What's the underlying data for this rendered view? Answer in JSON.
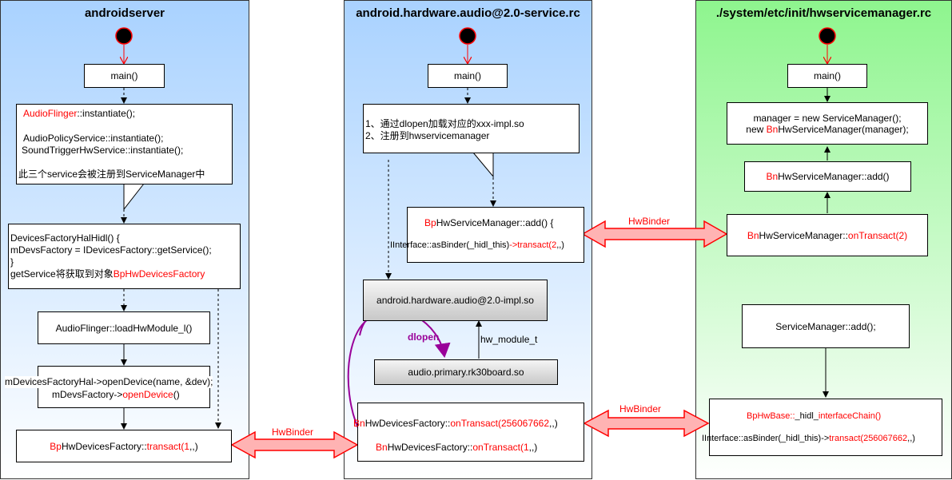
{
  "lanes": {
    "left": "androidserver",
    "mid": "android.hardware.audio@2.0-service.rc",
    "right": "./system/etc/init/hwservicemanager.rc"
  },
  "left": {
    "main": "main()",
    "note": {
      "l1a": "AudioFlinger",
      "l1b": "::instantiate();",
      "l2": "AudioPolicyService::instantiate();",
      "l3": "SoundTriggerHwService::instantiate();",
      "l4": "此三个service会被注册到ServiceManager中"
    },
    "factory": {
      "l1": "DevicesFactoryHalHidl() {",
      "l2": "mDevsFactory = IDevicesFactory::getService();",
      "l3": "}",
      "l4a": "getService将获取到对象",
      "l4b": "BpHwDevicesFactory"
    },
    "load": "AudioFlinger::loadHwModule_l()",
    "open": {
      "l1": "mDevicesFactoryHal->openDevice(name, &dev);",
      "l2a": "mDevsFactory->",
      "l2b": "openDevice",
      "l2c": "()"
    },
    "transact": {
      "a": "Bp",
      "b": "HwDevicesFactory::",
      "c": "transact(1",
      "d": ",,)"
    }
  },
  "mid": {
    "main": "main()",
    "note": {
      "l1": "1、通过dlopen加载对应的xxx-impl.so",
      "l2": "2、注册到hwservicemanager"
    },
    "add": {
      "l1a": "Bp",
      "l1b": "HwServiceManager::add() {",
      "l2a": "IInterface::asBinder(_hidl_this)",
      "l2b": "->transact(2",
      "l2c": ",,)"
    },
    "impl": "android.hardware.audio@2.0-impl.so",
    "dlopen": "dlopen",
    "hw_module": "hw_module_t",
    "primary": "audio.primary.rk30board.so",
    "bn": {
      "l1a": "Bn",
      "l1b": "HwDevicesFactory::",
      "l1c": "onTransact(256067662",
      "l1d": ",,)",
      "l2a": "Bn",
      "l2b": "HwDevicesFactory::",
      "l2c": "onTransact(1",
      "l2d": ",,)"
    }
  },
  "right": {
    "main": "main()",
    "manager": {
      "l1": "manager =  new ServiceManager();",
      "l2a": "new ",
      "l2b": "Bn",
      "l2c": "HwServiceManager(manager);"
    },
    "bnadd": {
      "a": "Bn",
      "b": "HwServiceManager::add()"
    },
    "ontransact": {
      "a": "Bn",
      "b": "HwServiceManager::",
      "c": "onTransact(2)"
    },
    "smadd": "ServiceManager::add();",
    "hwbase": {
      "l1a": "BpHwBase::",
      "l1b": "_hidl_",
      "l1c": "interfaceChain()",
      "l2a": "IInterface::asBinder(_hidl_this)->",
      "l2b": "transact(256067662",
      "l2c": ",,)"
    }
  },
  "arrows": {
    "hwbinder_top": "HwBinder",
    "hwbinder_mid": "HwBinder",
    "hwbinder_bottom": "HwBinder"
  },
  "colors": {
    "left_lane": "#8fc3ff",
    "mid_lane": "#8fc3ff",
    "right_lane": "#80f080",
    "accent": "#ff0000",
    "dlopen": "#990099"
  }
}
